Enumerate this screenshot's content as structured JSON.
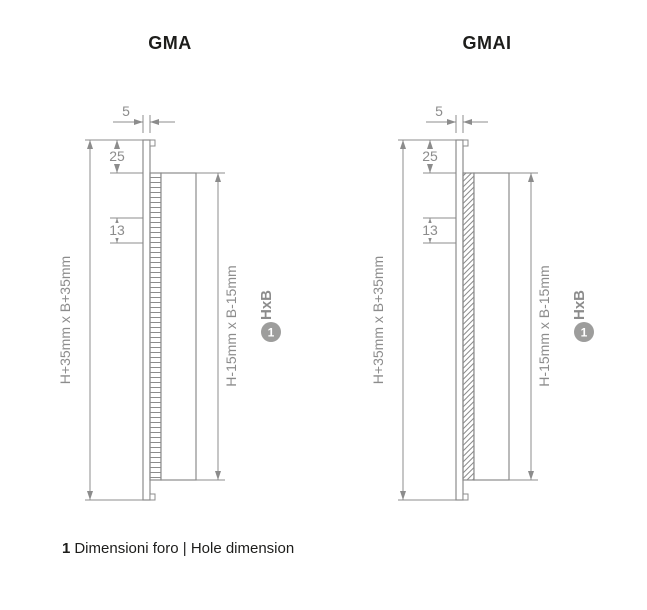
{
  "colors": {
    "line": "#8c8c8c",
    "text": "#8c8c8c",
    "title": "#1d1d1b",
    "badge": "#9d9d9c",
    "badge_text": "#ffffff"
  },
  "diagrams": [
    {
      "id": "gma",
      "title": "GMA",
      "hatch": "horizontal",
      "labels": {
        "thickness": "5",
        "offset_top": "25",
        "offset_inner": "13",
        "outer_dimension": "H+35mm x B+35mm",
        "hole_dimension": "H-15mm x B-15mm",
        "hxb": "HxB",
        "note": "1"
      }
    },
    {
      "id": "gmai",
      "title": "GMAI",
      "hatch": "diagonal",
      "labels": {
        "thickness": "5",
        "offset_top": "25",
        "offset_inner": "13",
        "outer_dimension": "H+35mm x B+35mm",
        "hole_dimension": "H-15mm x B-15mm",
        "hxb": "HxB",
        "note": "1"
      }
    }
  ],
  "caption": {
    "number": "1",
    "italian": "Dimensioni foro",
    "separator": "|",
    "english": "Hole dimension"
  }
}
